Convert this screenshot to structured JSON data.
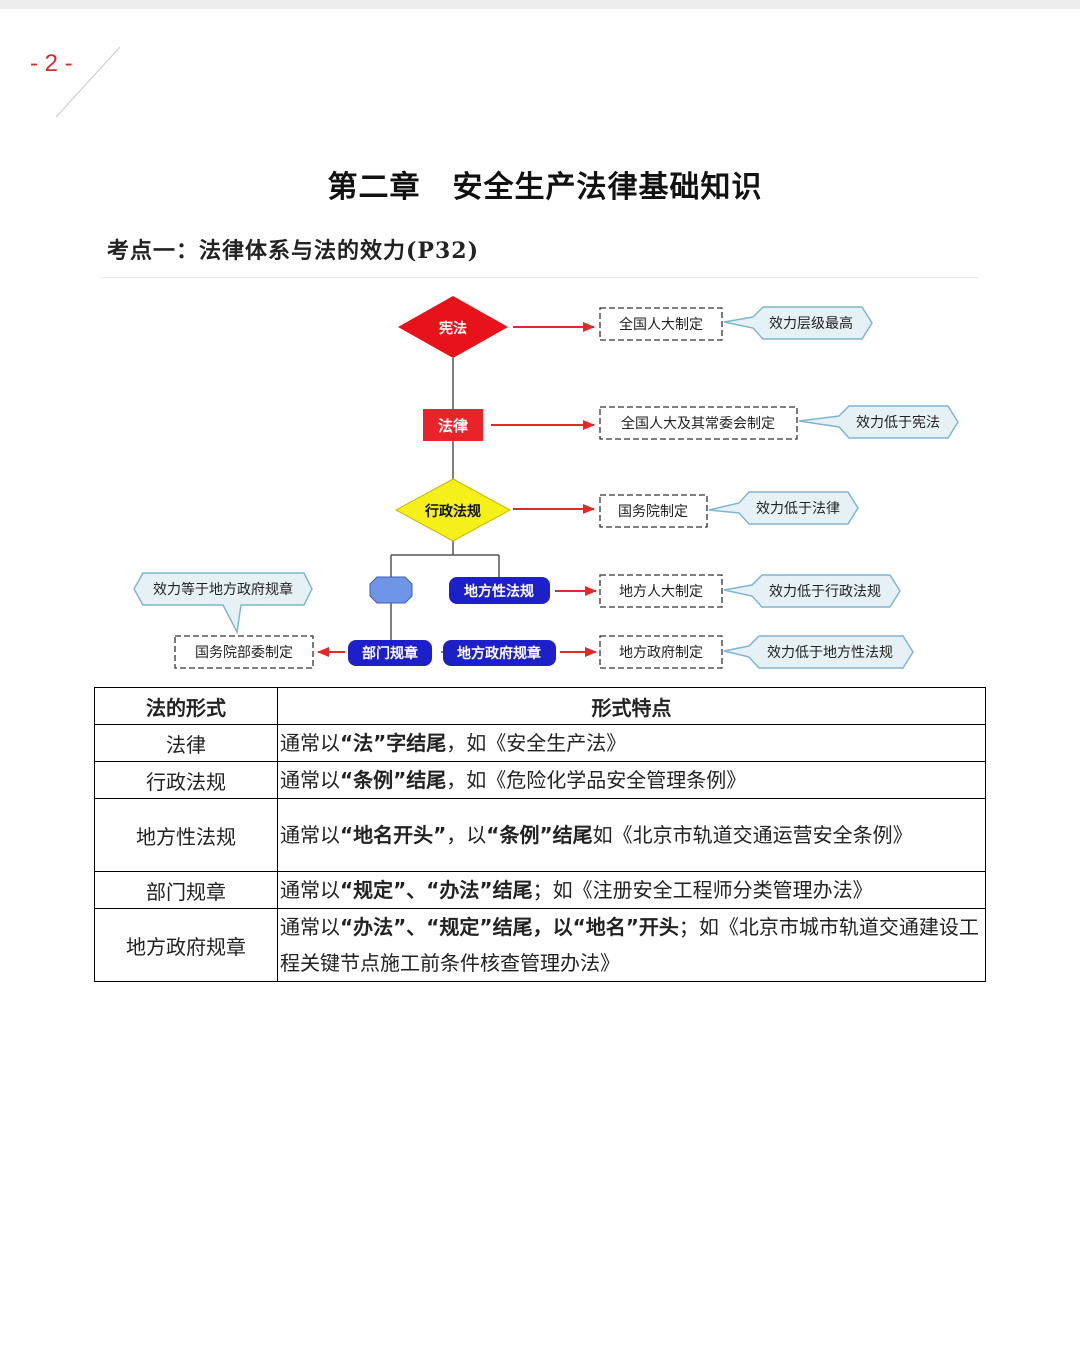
{
  "page": {
    "number": "- 2 -"
  },
  "chapter_title": {
    "part1": "第二章",
    "part2": "安全生产法律基础知识"
  },
  "section_title": "考点一：法律体系与法的效力(P32)",
  "diagram": {
    "nodes": {
      "constitution": "宪法",
      "law": "法律",
      "admin_regulation": "行政法规",
      "local_regulation": "地方性法规",
      "dept_rule": "部门规章",
      "local_gov_rule": "地方政府规章"
    },
    "makers": {
      "constitution": "全国人大制定",
      "law": "全国人大及其常委会制定",
      "admin_regulation": "国务院制定",
      "local_regulation": "地方人大制定",
      "local_gov_rule": "地方政府制定",
      "dept_rule": "国务院部委制定"
    },
    "effects": {
      "constitution": "效力层级最高",
      "law": "效力低于宪法",
      "admin_regulation": "效力低于法律",
      "local_regulation": "效力低于行政法规",
      "local_gov_rule": "效力低于地方性法规",
      "dept_rule": "效力等于地方政府规章"
    },
    "colors": {
      "red": "#e8131a",
      "yellow": "#f5ef1a",
      "navy": "#1d1fc9",
      "light_blue": "#6f96e6",
      "arrow": "#e02a2a",
      "callout_border": "#7fb6cf",
      "callout_fill": "#e6f1f6"
    }
  },
  "table": {
    "headers": [
      "法的形式",
      "形式特点"
    ],
    "rows": [
      {
        "form": "法律",
        "p1": "通常以",
        "b1": "“法”字结尾",
        "p2": "，如《安全生产法》"
      },
      {
        "form": "行政法规",
        "p1": "通常以",
        "b1": "“条例”结尾",
        "p2": "，如《危险化学品安全管理条例》"
      },
      {
        "form": "地方性法规",
        "p1": "通常以",
        "b1": "“地名开头”",
        "p2": "，以",
        "b2": "“条例”结尾",
        "p3": "如《北京市轨道交通运营安全条例》"
      },
      {
        "form": "部门规章",
        "p1": "通常以",
        "b1": "“规定”、“办法”结尾",
        "p2": "；如《注册安全工程师分类管理办法》"
      },
      {
        "form": "地方政府规章",
        "p1": "通常以",
        "b1": "“办法”、“规定”结尾，以“地名”开头",
        "p2": "；如《北京市城市轨道交通建设工程关键节点施工前条件核查管理办法》"
      }
    ]
  }
}
